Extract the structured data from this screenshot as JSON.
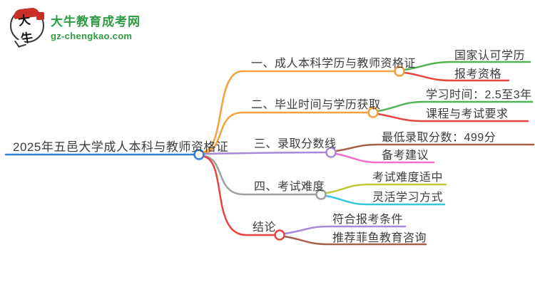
{
  "logo": {
    "icon_text": "大牛",
    "title": "大牛教育成考网",
    "subtitle": "gz-chengkao.com",
    "brand_color": "#2e9b44",
    "seal_color": "#c92f27"
  },
  "mindmap": {
    "root": {
      "label": "2025年五邑大学成人本科与教师资格证",
      "color": "#2e80d9"
    },
    "branches": [
      {
        "label": "一、成人本科学历与教师资格证",
        "color": "#f5a23c",
        "children": [
          {
            "label": "国家认可学历",
            "color": "#53b156"
          },
          {
            "label": "报考资格",
            "color": "#e64540"
          }
        ]
      },
      {
        "label": "二、毕业时间与学历获取",
        "color": "#f5a23c",
        "children": [
          {
            "label": "学习时间：2.5至3年",
            "color": "#53b156"
          },
          {
            "label": "课程与考试要求",
            "color": "#e64540"
          }
        ]
      },
      {
        "label": "三、录取分数线",
        "color": "#a888d8",
        "children": [
          {
            "label": "最低录取分数：499分",
            "color": "#a5604c"
          },
          {
            "label": "备考建议",
            "color": "#f36cc8"
          }
        ]
      },
      {
        "label": "四、考试难度",
        "color": "#a0a0a0",
        "children": [
          {
            "label": "考试难度适中",
            "color": "#c2c838"
          },
          {
            "label": "灵活学习方式",
            "color": "#30c8dc"
          }
        ]
      },
      {
        "label": "结论",
        "color": "#e64540",
        "children": [
          {
            "label": "符合报考条件",
            "color": "#a888d8"
          },
          {
            "label": "推荐菲鱼教育咨询",
            "color": "#a5604c"
          }
        ]
      }
    ]
  }
}
